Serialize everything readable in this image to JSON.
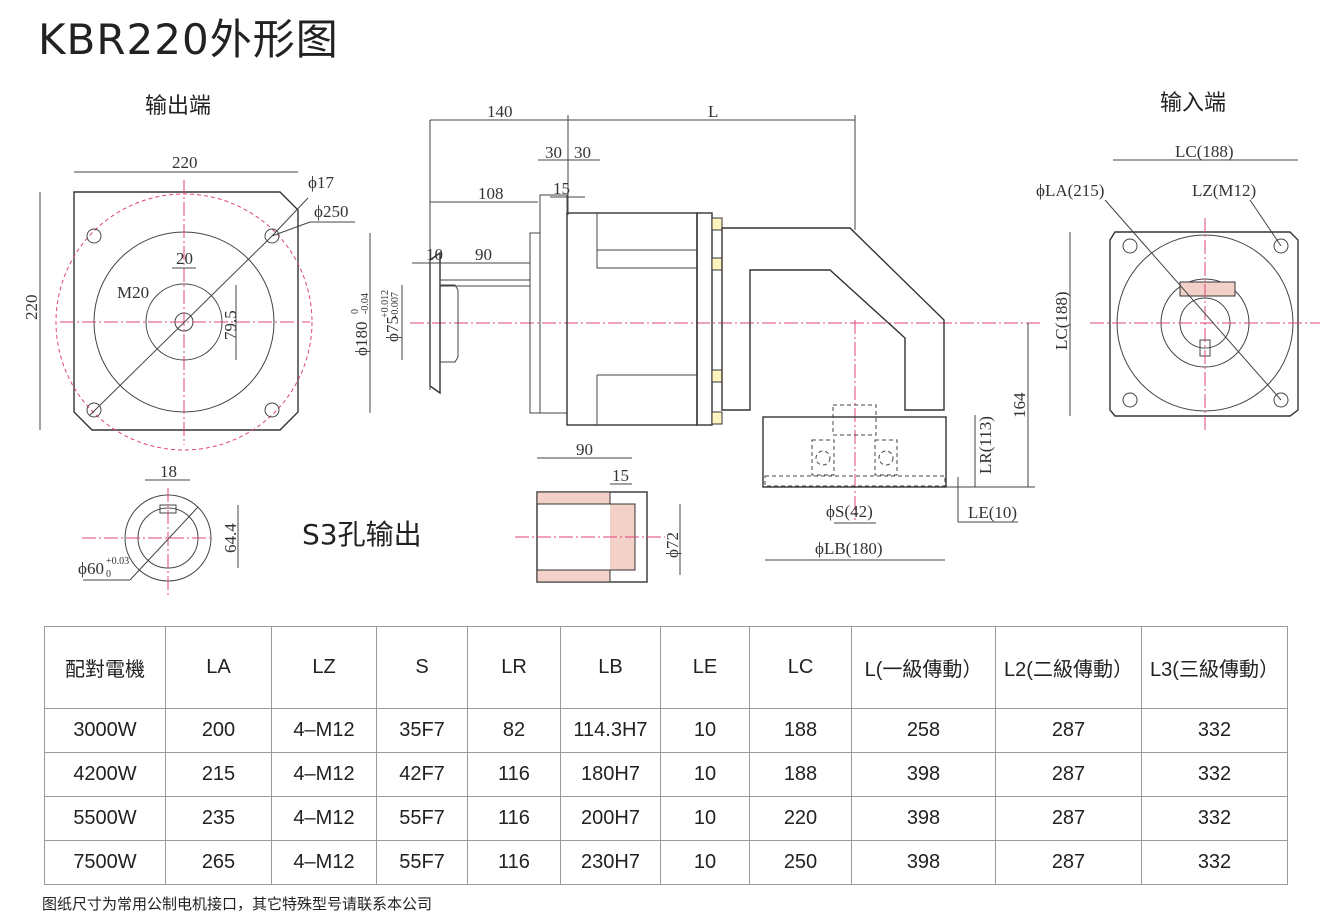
{
  "title": "KBR220外形图",
  "labels": {
    "output_end": "输出端",
    "input_end": "输入端",
    "s3_output": "S3孔输出"
  },
  "dims": {
    "out_220_w": "220",
    "out_220_h": "220",
    "phi17": "ϕ17",
    "phi250": "ϕ250",
    "w20": "20",
    "m20": "M20",
    "d79_5": "79.5",
    "d140": "140",
    "L": "L",
    "d30a": "30",
    "d30b": "30",
    "d108": "108",
    "d15": "15",
    "d10": "10",
    "d90": "90",
    "phi180": "ϕ180",
    "phi180_tol_up": "0",
    "phi180_tol_dn": "-0.04",
    "phi75": "ϕ75",
    "phi75_tol_up": "+0.012",
    "phi75_tol_dn": "-0.007",
    "d164": "164",
    "lr113": "LR(113)",
    "le10": "LE(10)",
    "phiS42": "ϕS(42)",
    "phiLB180": "ϕLB(180)",
    "lc188_w": "LC(188)",
    "lc188_h": "LC(188)",
    "phiLA215": "ϕLA(215)",
    "lz_m12": "LZ(M12)",
    "key18": "18",
    "d64_4": "64.4",
    "phi60": "ϕ60",
    "phi60_tol_up": "+0.03",
    "phi60_tol_dn": "0",
    "s3_90": "90",
    "s3_15": "15",
    "phi72": "ϕ72"
  },
  "table": {
    "headers": [
      "配對電機",
      "LA",
      "LZ",
      "S",
      "LR",
      "LB",
      "LE",
      "LC",
      "L(一級傳動）",
      "L2(二級傳動）",
      "L3(三級傳動）"
    ],
    "rows": [
      [
        "3000W",
        "200",
        "4–M12",
        "35F7",
        "82",
        "114.3H7",
        "10",
        "188",
        "258",
        "287",
        "332"
      ],
      [
        "4200W",
        "215",
        "4–M12",
        "42F7",
        "116",
        "180H7",
        "10",
        "188",
        "398",
        "287",
        "332"
      ],
      [
        "5500W",
        "235",
        "4–M12",
        "55F7",
        "116",
        "200H7",
        "10",
        "220",
        "398",
        "287",
        "332"
      ],
      [
        "7500W",
        "265",
        "4–M12",
        "55F7",
        "116",
        "230H7",
        "10",
        "250",
        "398",
        "287",
        "332"
      ]
    ]
  },
  "note": "图纸尺寸为常用公制电机接口，其它特殊型号请联系本公司"
}
